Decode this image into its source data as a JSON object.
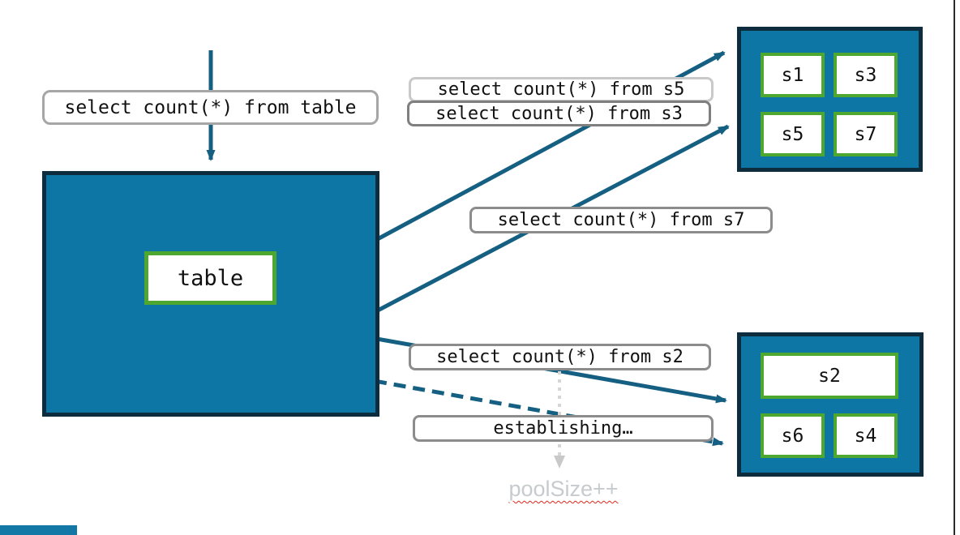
{
  "labels": {
    "query_table": "select count(*) from table",
    "query_s5": "select count(*) from s5",
    "query_s3": "select count(*) from s3",
    "query_s7": "select count(*) from s7",
    "query_s2": "select count(*) from s2",
    "establishing": "establishing…",
    "pool_size": "poolSize++"
  },
  "table_box": {
    "label": "table"
  },
  "shards_top": [
    "s1",
    "s3",
    "s5",
    "s7"
  ],
  "shards_bottom": [
    "s2",
    "s6",
    "s4"
  ],
  "colors": {
    "box_fill": "#0E76A5",
    "box_border": "#0D2C3D",
    "cell_border": "#4EA72E",
    "arrow": "#156082",
    "label_border_medium": "#8C8C8C",
    "label_border_light": "#C9C9C9",
    "label_border_dark": "#7F7F7F",
    "muted_text": "#C7CBCE",
    "spellcheck_red": "#E0261C",
    "dotted_gray": "#D6D6D6"
  }
}
